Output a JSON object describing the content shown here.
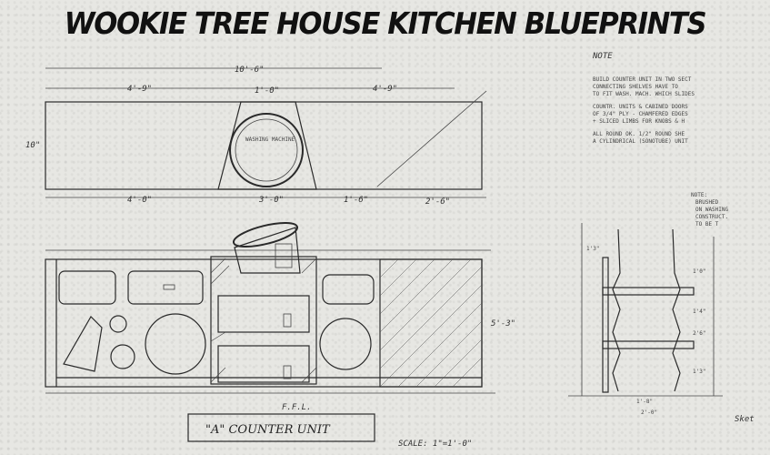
{
  "title": "WOOKIE TREE HOUSE KITCHEN BLUEPRINTS",
  "dimensions": {
    "overall": "10'-6\"",
    "top_left": "4'-9\"",
    "top_mid": "1'-0\"",
    "top_right": "4'-9\"",
    "height_left": "10\"",
    "bottom_left": "4'-0\"",
    "bottom_mid": "3'-0\"",
    "bottom_right_a": "1'-6\"",
    "bottom_right_b": "2'-6\"",
    "front_height": "5'-3\"",
    "front_ff": "F.F.L.",
    "side_top": "1'3\"",
    "side_a": "1'0\"",
    "side_b": "1'4\"",
    "side_c": "2'6\"",
    "side_d": "1'3\"",
    "side_bottom_a": "1'-8\"",
    "side_bottom_b": "2'-0\""
  },
  "labels": {
    "washing_machine": "WASHING MACHINE",
    "counter_unit": "\"A\" COUNTER UNIT",
    "scale": "SCALE: 1\"=1'-0\""
  },
  "notes": {
    "header": "NOTE",
    "line1": "BUILD COUNTER UNIT IN TWO SECT",
    "line2": "CONNECTING SHELVES HAVE TO",
    "line3": "TO FIT WASH. MACH. WHICH SLIDES",
    "line4": "COUNTR. UNITS & CABINED DOORS",
    "line5": "OF 3/4\" PLY - CHAMFERED EDGES",
    "line6": "+ SLICED LIMBS FOR KNOBS & H",
    "line7": "ALL ROUND OK. 1/2\" ROUND SHE",
    "line8": "A CYLINDRICAL (SONOTUBE) UNIT"
  },
  "side_note": {
    "header": "NOTE:",
    "line1": "BRUSHED",
    "line2": "ON WASHING",
    "line3": "CONSTRUCT.",
    "line4": "TO BE T"
  },
  "signature": "Sket"
}
